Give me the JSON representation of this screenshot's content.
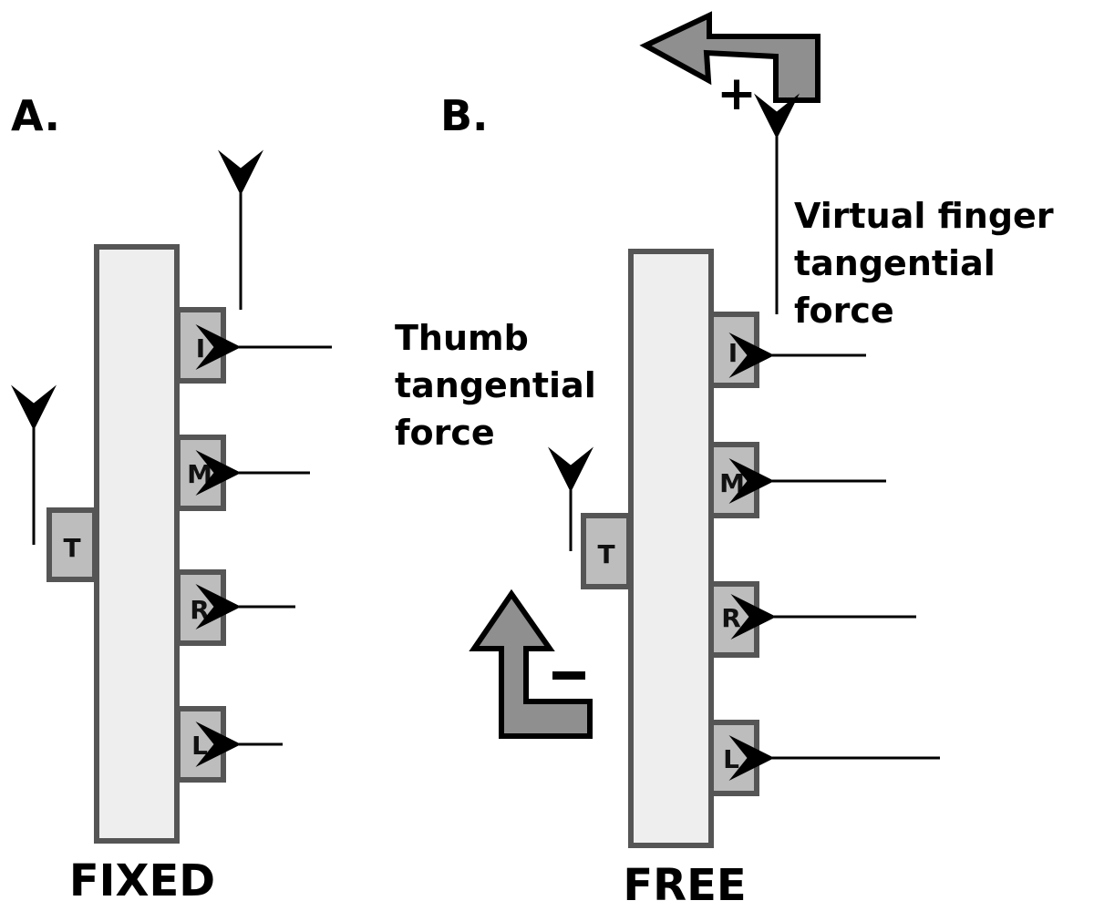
{
  "panel_a": {
    "letter": "A.",
    "caption": "FIXED",
    "thumb_label": "T",
    "finger_labels": [
      "I",
      "M",
      "R",
      "L"
    ]
  },
  "panel_b": {
    "letter": "B.",
    "caption": "FREE",
    "thumb_label": "T",
    "finger_labels": [
      "I",
      "M",
      "R",
      "L"
    ],
    "thumb_force_label": [
      "Thumb",
      "tangential",
      "force"
    ],
    "virtual_finger_label": [
      "Virtual finger",
      "tangential",
      "force"
    ],
    "plus_sign": "+",
    "minus_sign": "-"
  },
  "colors": {
    "handle_fill": "#eeeeee",
    "outline": "#555555",
    "pad_fill": "#bdbdbd",
    "rotation_arrow_fill": "#8f8f8f",
    "ink": "#000000"
  }
}
